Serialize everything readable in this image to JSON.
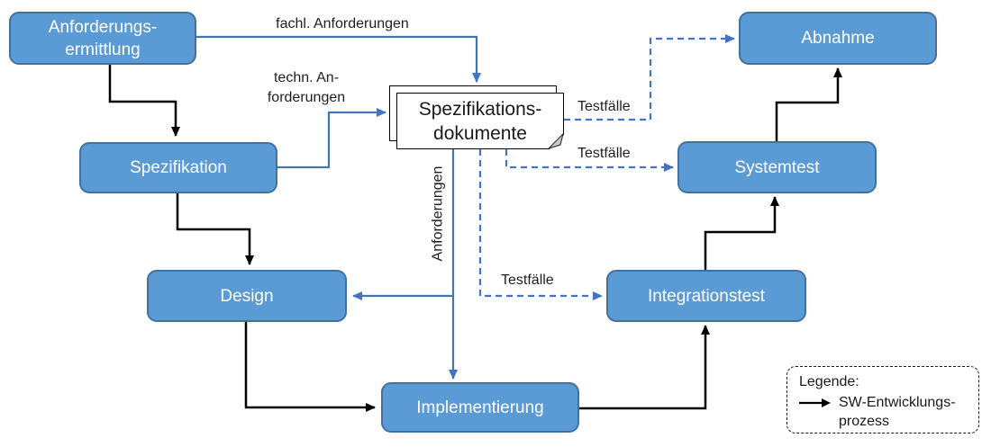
{
  "diagram": {
    "type": "flowchart",
    "language": "de",
    "nodes": {
      "anforderungsermittlung": {
        "label_line1": "Anforderungs-",
        "label_line2": "ermittlung"
      },
      "spezifikation": {
        "label": "Spezifikation"
      },
      "design": {
        "label": "Design"
      },
      "implementierung": {
        "label": "Implementierung"
      },
      "integrationstest": {
        "label": "Integrationstest"
      },
      "systemtest": {
        "label": "Systemtest"
      },
      "abnahme": {
        "label": "Abnahme"
      },
      "spezifikationsdokumente": {
        "label_line1": "Spezifikations-",
        "label_line2": "dokumente"
      }
    },
    "edge_labels": {
      "fachl_anforderungen": "fachl. Anforderungen",
      "techn_line1": "techn. An-",
      "techn_line2": "forderungen",
      "anforderungen_rotated": "Anforderungen",
      "testfaelle_abnahme": "Testfälle",
      "testfaelle_systemtest": "Testfälle",
      "testfaelle_integrationstest": "Testfälle"
    },
    "edges": [
      {
        "from": "anforderungsermittlung",
        "to": "spezifikation",
        "style": "solid-black",
        "label": ""
      },
      {
        "from": "spezifikation",
        "to": "design",
        "style": "solid-black",
        "label": ""
      },
      {
        "from": "design",
        "to": "implementierung",
        "style": "solid-black",
        "label": ""
      },
      {
        "from": "implementierung",
        "to": "integrationstest",
        "style": "solid-black",
        "label": ""
      },
      {
        "from": "integrationstest",
        "to": "systemtest",
        "style": "solid-black",
        "label": ""
      },
      {
        "from": "systemtest",
        "to": "abnahme",
        "style": "solid-black",
        "label": ""
      },
      {
        "from": "anforderungsermittlung",
        "to": "spezifikationsdokumente",
        "style": "solid-blue",
        "label": "fachl. Anforderungen"
      },
      {
        "from": "spezifikation",
        "to": "spezifikationsdokumente",
        "style": "solid-blue",
        "label": "techn. Anforderungen"
      },
      {
        "from": "spezifikationsdokumente",
        "to": "design",
        "style": "solid-blue",
        "label": "Anforderungen"
      },
      {
        "from": "spezifikationsdokumente",
        "to": "implementierung",
        "style": "solid-blue",
        "label": "Anforderungen"
      },
      {
        "from": "spezifikationsdokumente",
        "to": "integrationstest",
        "style": "dashed-blue",
        "label": "Testfälle"
      },
      {
        "from": "spezifikationsdokumente",
        "to": "systemtest",
        "style": "dashed-blue",
        "label": "Testfälle"
      },
      {
        "from": "spezifikationsdokumente",
        "to": "abnahme",
        "style": "dashed-blue",
        "label": "Testfälle"
      }
    ],
    "legend": {
      "title": "Legende:",
      "items": [
        {
          "icon": "black-arrow",
          "label_line1": "SW-Entwicklungs-",
          "label_line2": "prozess"
        }
      ]
    },
    "colors": {
      "node_fill": "#5B9BD5",
      "node_border": "#41719C",
      "node_text": "#FFFFFF",
      "black_connector": "#000000",
      "blue_connector_solid": "#4476AC",
      "blue_connector_dashed": "#4472C4",
      "label_text": "#1F1F1F",
      "document_fill": "#FFFFFF",
      "document_border": "#000000"
    }
  }
}
